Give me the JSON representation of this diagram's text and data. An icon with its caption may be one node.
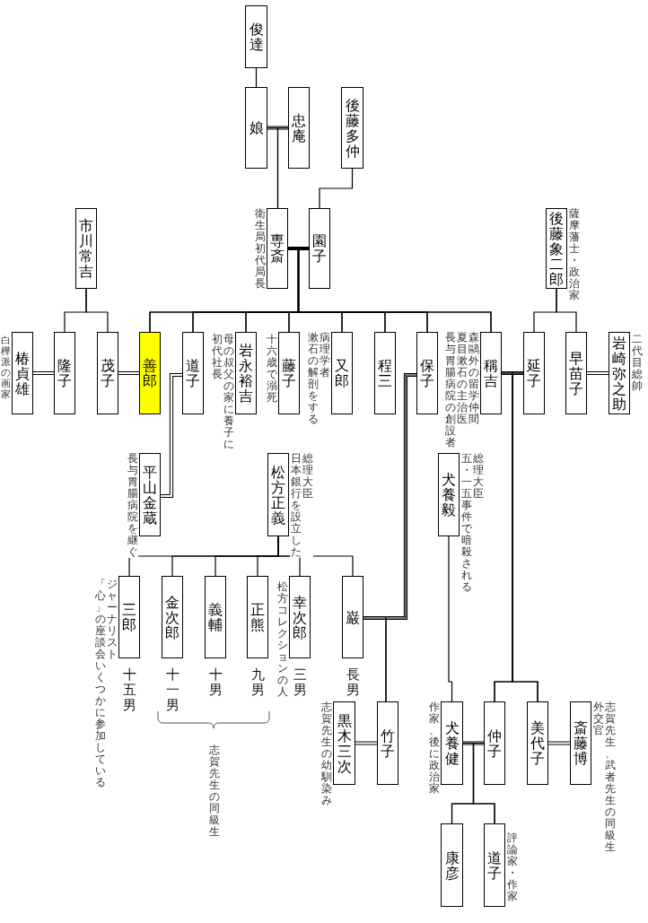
{
  "diagram": {
    "nodes": [
      {
        "text": [
          "俊達"
        ]
      },
      {
        "text": [
          "娘"
        ]
      },
      {
        "text": [
          "忠庵"
        ]
      },
      {
        "text": [
          "後藤多仲"
        ]
      },
      {
        "text": [
          "専斎"
        ],
        "beside": [
          "衛生局初代局長"
        ]
      },
      {
        "text": [
          "園子"
        ]
      },
      {
        "text": [
          "市川常吉"
        ]
      },
      {
        "text": [
          "後藤象二郎"
        ],
        "beside": [
          "薩摩藩士・政治家"
        ]
      },
      {
        "text": [
          "椿貞雄"
        ],
        "beside": [
          "白樺派の画家"
        ]
      },
      {
        "text": [
          "隆子"
        ]
      },
      {
        "text": [
          "茂子"
        ]
      },
      {
        "text": [
          "善郎"
        ]
      },
      {
        "text": [
          "道子"
        ]
      },
      {
        "text": [
          "岩永裕吉"
        ],
        "beside": [
          "母の叔父の家に養子に初代社長"
        ]
      },
      {
        "text": [
          "藤子"
        ],
        "beside": [
          "十六歳で溺死"
        ]
      },
      {
        "text": [
          "又郎"
        ],
        "beside": [
          "病理学者漱石の解剖をする"
        ]
      },
      {
        "text": [
          "程三"
        ]
      },
      {
        "text": [
          "保子"
        ]
      },
      {
        "text": [
          "稱吉"
        ],
        "beside": [
          "森鷗外の留学仲間夏目漱石の主治医長与胃腸病院の創設者"
        ]
      },
      {
        "text": [
          "延子"
        ]
      },
      {
        "text": [
          "早苗子"
        ]
      },
      {
        "text": [
          "岩崎弥之助"
        ],
        "beside": [
          "二代目総帥"
        ]
      },
      {
        "text": [
          "平山金蔵"
        ],
        "beside": [
          "長与胃腸病院を継ぐ"
        ]
      },
      {
        "text": [
          "松方正義"
        ],
        "beside": [
          "総理大臣日本銀行を設立した"
        ]
      },
      {
        "text": [
          "犬養毅"
        ],
        "beside": [
          "総理大臣五・一五事件で暗殺される"
        ]
      },
      {
        "text": [
          "三郎"
        ],
        "beside": [
          "ジャーナリスト「心」の座談会いくつかに参加している",
          "十五男"
        ]
      },
      {
        "text": [
          "金次郎"
        ],
        "beside": [
          "十一男"
        ]
      },
      {
        "text": [
          "義輔"
        ],
        "beside": [
          "十男"
        ]
      },
      {
        "text": [
          "正熊"
        ],
        "beside": [
          "九男"
        ]
      },
      {
        "text": [
          "幸次郎"
        ],
        "beside": [
          "松方コレクションの人",
          "三男"
        ]
      },
      {
        "text": [
          "巌"
        ],
        "beside": [
          "長男"
        ]
      },
      {
        "text": [
          "黒木三次"
        ],
        "beside": [
          "志賀先生の幼馴染み"
        ]
      },
      {
        "text": [
          "竹子"
        ]
      },
      {
        "text": [
          "犬養健"
        ],
        "beside": [
          "作家、後に政治家"
        ]
      },
      {
        "text": [
          "仲子"
        ]
      },
      {
        "text": [
          "美代子"
        ]
      },
      {
        "text": [
          "斎藤博"
        ],
        "beside": [
          "志賀先生、武者先生の同級生外交官"
        ]
      },
      {
        "text": [
          "康彦"
        ]
      },
      {
        "text": [
          "道子"
        ],
        "beside": [
          "評論家・作家"
        ]
      }
    ],
    "edges": [
      {
        "from": 0,
        "to": 1,
        "arrow": "none"
      },
      {
        "from": 1,
        "to": 2,
        "arrow": "none"
      },
      {
        "from": 1,
        "to": 4,
        "arrow": "none"
      },
      {
        "from": 2,
        "to": 4,
        "arrow": "none"
      },
      {
        "from": 3,
        "to": 5,
        "arrow": "none"
      },
      {
        "from": 4,
        "to": 5,
        "arrow": "none"
      },
      {
        "from": 6,
        "to": 9,
        "arrow": "none"
      },
      {
        "from": 6,
        "to": 10,
        "arrow": "none"
      },
      {
        "from": 7,
        "to": 19,
        "arrow": "none"
      },
      {
        "from": 7,
        "to": 20,
        "arrow": "none"
      },
      {
        "from": 8,
        "to": 9,
        "arrow": "none"
      },
      {
        "from": 10,
        "to": 11,
        "arrow": "none"
      },
      {
        "from": 4,
        "to": 11,
        "arrow": "none"
      },
      {
        "from": 5,
        "to": 11,
        "arrow": "none"
      },
      {
        "from": 4,
        "to": 12,
        "arrow": "none"
      },
      {
        "from": 5,
        "to": 12,
        "arrow": "none"
      },
      {
        "from": 4,
        "to": 13,
        "arrow": "none"
      },
      {
        "from": 5,
        "to": 13,
        "arrow": "none"
      },
      {
        "from": 4,
        "to": 14,
        "arrow": "none"
      },
      {
        "from": 5,
        "to": 14,
        "arrow": "none"
      },
      {
        "from": 4,
        "to": 15,
        "arrow": "none"
      },
      {
        "from": 5,
        "to": 15,
        "arrow": "none"
      },
      {
        "from": 4,
        "to": 16,
        "arrow": "none"
      },
      {
        "from": 5,
        "to": 16,
        "arrow": "none"
      },
      {
        "from": 4,
        "to": 17,
        "arrow": "none"
      },
      {
        "from": 5,
        "to": 17,
        "arrow": "none"
      },
      {
        "from": 4,
        "to": 18,
        "arrow": "none"
      },
      {
        "from": 5,
        "to": 18,
        "arrow": "none"
      },
      {
        "from": 12,
        "to": 22,
        "arrow": "none"
      },
      {
        "from": 17,
        "to": 30,
        "arrow": "none"
      },
      {
        "from": 18,
        "to": 19,
        "arrow": "none"
      },
      {
        "from": 20,
        "to": 21,
        "arrow": "none"
      },
      {
        "from": 23,
        "to": 25,
        "arrow": "none"
      },
      {
        "from": 23,
        "to": 26,
        "arrow": "none"
      },
      {
        "from": 23,
        "to": 27,
        "arrow": "none"
      },
      {
        "from": 23,
        "to": 28,
        "arrow": "none"
      },
      {
        "from": 23,
        "to": 29,
        "arrow": "none"
      },
      {
        "from": 23,
        "to": 30,
        "arrow": "none"
      },
      {
        "from": 17,
        "to": 32,
        "arrow": "none"
      },
      {
        "from": 30,
        "to": 32,
        "arrow": "none"
      },
      {
        "from": 31,
        "to": 32,
        "arrow": "none"
      },
      {
        "from": 24,
        "to": 33,
        "arrow": "none"
      },
      {
        "from": 18,
        "to": 34,
        "arrow": "none"
      },
      {
        "from": 19,
        "to": 34,
        "arrow": "none"
      },
      {
        "from": 18,
        "to": 35,
        "arrow": "none"
      },
      {
        "from": 19,
        "to": 35,
        "arrow": "none"
      },
      {
        "from": 33,
        "to": 34,
        "arrow": "none"
      },
      {
        "from": 35,
        "to": 36,
        "arrow": "none"
      },
      {
        "from": 33,
        "to": 37,
        "arrow": "none"
      },
      {
        "from": 34,
        "to": 37,
        "arrow": "none"
      },
      {
        "from": 33,
        "to": 38,
        "arrow": "none"
      },
      {
        "from": 34,
        "to": 38,
        "arrow": "none"
      }
    ],
    "labels": [
      "志賀先生の同級生"
    ]
  }
}
